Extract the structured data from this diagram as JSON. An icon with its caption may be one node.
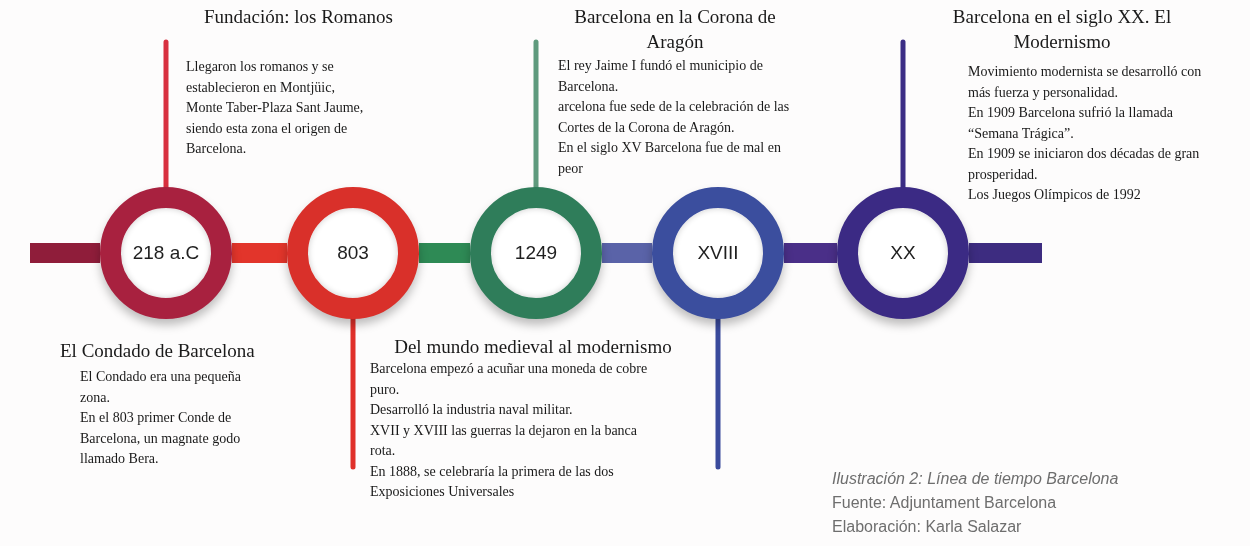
{
  "diagram": {
    "caption": "Ilustración 2: Línea de tiempo Barcelona",
    "nodes": [
      {
        "text": [
          "Fundación: los Romanos",
          "Llegaron los romanos y se establecieron en Montjüic,",
          "Monte Taber-Plaza Sant Jaume, siendo esta zona el origen de Barcelona."
        ]
      },
      {
        "text": [
          "Barcelona en la Corona de Aragón",
          "El rey Jaime I fundó el municipio de Barcelona.",
          "arcelona fue sede de la celebración de las Cortes de la Corona de Aragón.",
          "En el siglo XV Barcelona fue de mal en peor"
        ]
      },
      {
        "text": [
          "Barcelona en el siglo XX. El Modernismo",
          "Movimiento modernista se desarrolló con más fuerza y personalidad.",
          "En 1909 Barcelona sufrió la llamada “Semana Trágica”.",
          "En 1909 se iniciaron dos décadas de gran prosperidad.",
          "Los Juegos Olímpicos de 1992"
        ]
      },
      {
        "text": [
          "218 a.C"
        ]
      },
      {
        "text": [
          "803"
        ]
      },
      {
        "text": [
          "1249"
        ]
      },
      {
        "text": [
          "XVIII"
        ]
      },
      {
        "text": [
          "XX"
        ]
      },
      {
        "text": [
          "El Condado de Barcelona",
          "El Condado era una pequeña zona.",
          "En el 803 primer Conde de Barcelona, un magnate godo llamado Bera."
        ]
      },
      {
        "text": [
          "Del mundo medieval al modernismo",
          "Barcelona empezó a acuñar una moneda de cobre puro.",
          "Desarrolló la industria naval militar.",
          "XVII y XVIII las guerras la dejaron en la banca rota.",
          "En 1888, se celebraría la primera de las dos Exposiciones Universales"
        ]
      }
    ],
    "edges": [
      {
        "from": null,
        "to": 3,
        "arrow": "none",
        "color": "#8f1d3a"
      },
      {
        "from": 3,
        "to": 4,
        "arrow": "none",
        "color": "#e2352b"
      },
      {
        "from": 4,
        "to": 5,
        "arrow": "none",
        "color": "#2e8a55"
      },
      {
        "from": 5,
        "to": 6,
        "arrow": "none",
        "color": "#5a63a8"
      },
      {
        "from": 6,
        "to": 7,
        "arrow": "none",
        "color": "#4a2f88"
      },
      {
        "from": 7,
        "to": null,
        "arrow": "none",
        "color": "#3d2c80"
      },
      {
        "from": 3,
        "to": 0,
        "arrow": "none",
        "color": "#d8303f"
      },
      {
        "from": 4,
        "to": 9,
        "arrow": "none",
        "color": "#e0302a"
      },
      {
        "from": 5,
        "to": 1,
        "arrow": "none",
        "color": "#5f9a7d"
      },
      {
        "from": 6,
        "to": 9,
        "arrow": "none",
        "color": "#3a4a9c"
      },
      {
        "from": 7,
        "to": 2,
        "arrow": "none",
        "color": "#3b2d85"
      }
    ],
    "labels": [
      "Fuente: Adjuntament Barcelona",
      "Elaboración: Karla Salazar"
    ]
  }
}
